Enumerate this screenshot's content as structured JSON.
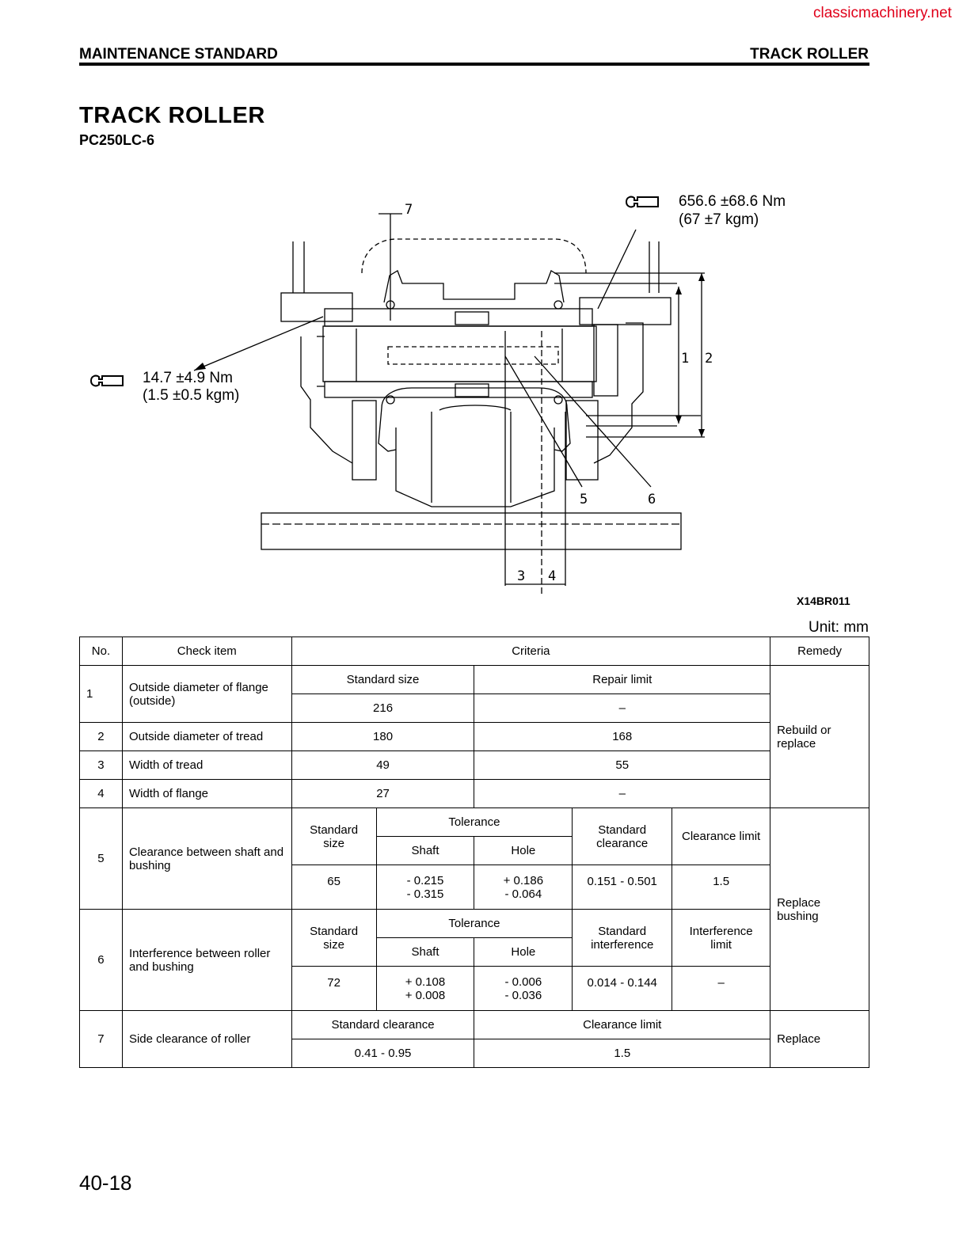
{
  "watermark": "classicmachinery.net",
  "header": {
    "left": "MAINTENANCE STANDARD",
    "right": "TRACK ROLLER"
  },
  "title": "TRACK ROLLER",
  "model": "PC250LC-6",
  "figure": {
    "torque_top": {
      "value": "656.6 ±68.6 Nm",
      "alt": "(67 ±7 kgm)"
    },
    "torque_left": {
      "value": "14.7 ±4.9 Nm",
      "alt": "(1.5 ±0.5 kgm)"
    },
    "callouts": [
      "1",
      "2",
      "3",
      "4",
      "5",
      "6",
      "7"
    ],
    "code": "X14BR011"
  },
  "unit": "Unit: mm",
  "table": {
    "headers": {
      "no": "No.",
      "check": "Check item",
      "criteria": "Criteria",
      "remedy": "Remedy"
    },
    "rows_simple": {
      "sub_standard_size": "Standard size",
      "sub_repair_limit": "Repair limit",
      "r1": {
        "no": "1",
        "item": "Outside diameter of flange (outside)",
        "standard": "216",
        "limit": "–"
      },
      "r2": {
        "no": "2",
        "item": "Outside diameter of tread",
        "standard": "180",
        "limit": "168"
      },
      "r3": {
        "no": "3",
        "item": "Width of tread",
        "standard": "49",
        "limit": "55"
      },
      "r4": {
        "no": "4",
        "item": "Width of flange",
        "standard": "27",
        "limit": "–"
      },
      "remedy": "Rebuild or replace"
    },
    "r5": {
      "no": "5",
      "item": "Clearance between shaft and bushing",
      "h_std_size": "Standard size",
      "h_tolerance": "Tolerance",
      "h_shaft": "Shaft",
      "h_hole": "Hole",
      "h_std": "Standard clearance",
      "h_limit": "Clearance limit",
      "size": "65",
      "shaft_1": "- 0.215",
      "shaft_2": "- 0.315",
      "hole_1": "+ 0.186",
      "hole_2": "- 0.064",
      "std": "0.151 - 0.501",
      "limit": "1.5"
    },
    "r6": {
      "no": "6",
      "item": "Interference between roller and bushing",
      "h_std_size": "Standard size",
      "h_tolerance": "Tolerance",
      "h_shaft": "Shaft",
      "h_hole": "Hole",
      "h_std": "Standard interference",
      "h_limit": "Interference limit",
      "size": "72",
      "shaft_1": "+ 0.108",
      "shaft_2": "+ 0.008",
      "hole_1": "- 0.006",
      "hole_2": "- 0.036",
      "std": "0.014 - 0.144",
      "limit": "–"
    },
    "remedy_56": "Replace bushing",
    "r7": {
      "no": "7",
      "item": "Side clearance of roller",
      "h_std": "Standard clearance",
      "h_limit": "Clearance limit",
      "std": "0.41 - 0.95",
      "limit": "1.5",
      "remedy": "Replace"
    }
  },
  "page_number": "40-18"
}
